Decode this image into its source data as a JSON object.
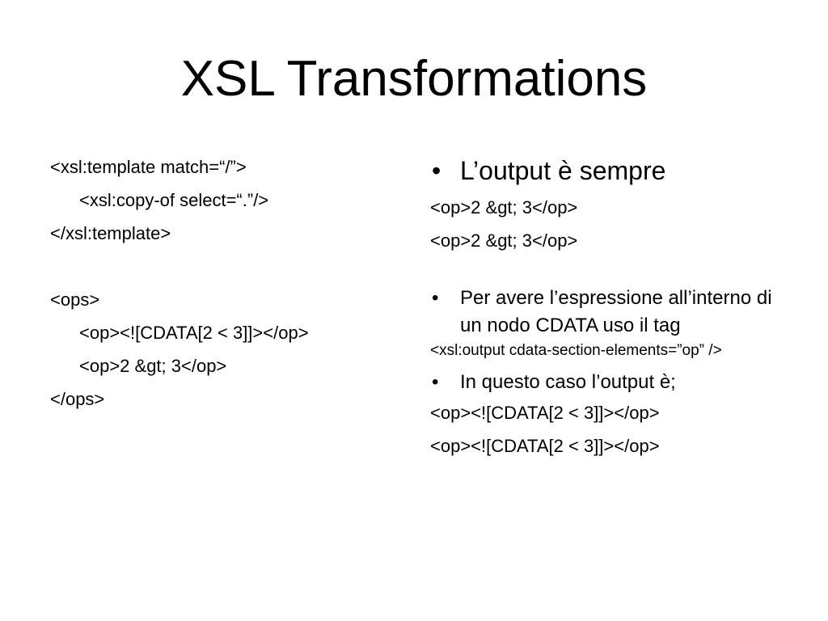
{
  "title": "XSL Transformations",
  "left_lines": [
    "<xsl:template match=“/”>",
    "<xsl:copy-of select=“.”/>",
    "</xsl:template>",
    "<ops>",
    "<op><![CDATA[2 < 3]]></op>",
    "<op>2 &gt; 3</op>",
    "</ops>"
  ],
  "right": {
    "bullet1": "L’output è sempre",
    "code1": "<op>2 &gt; 3</op>",
    "code2": "<op>2 &gt; 3</op>",
    "bullet2": "Per avere l’espressione all’interno di un nodo CDATA uso il tag",
    "code3": "<xsl:output cdata-section-elements=”op” />",
    "bullet3": "In questo caso l’output è;",
    "code4": "<op><![CDATA[2 < 3]]></op>",
    "code5": "<op><![CDATA[2 < 3]]></op>"
  },
  "bullet_glyph": "•"
}
